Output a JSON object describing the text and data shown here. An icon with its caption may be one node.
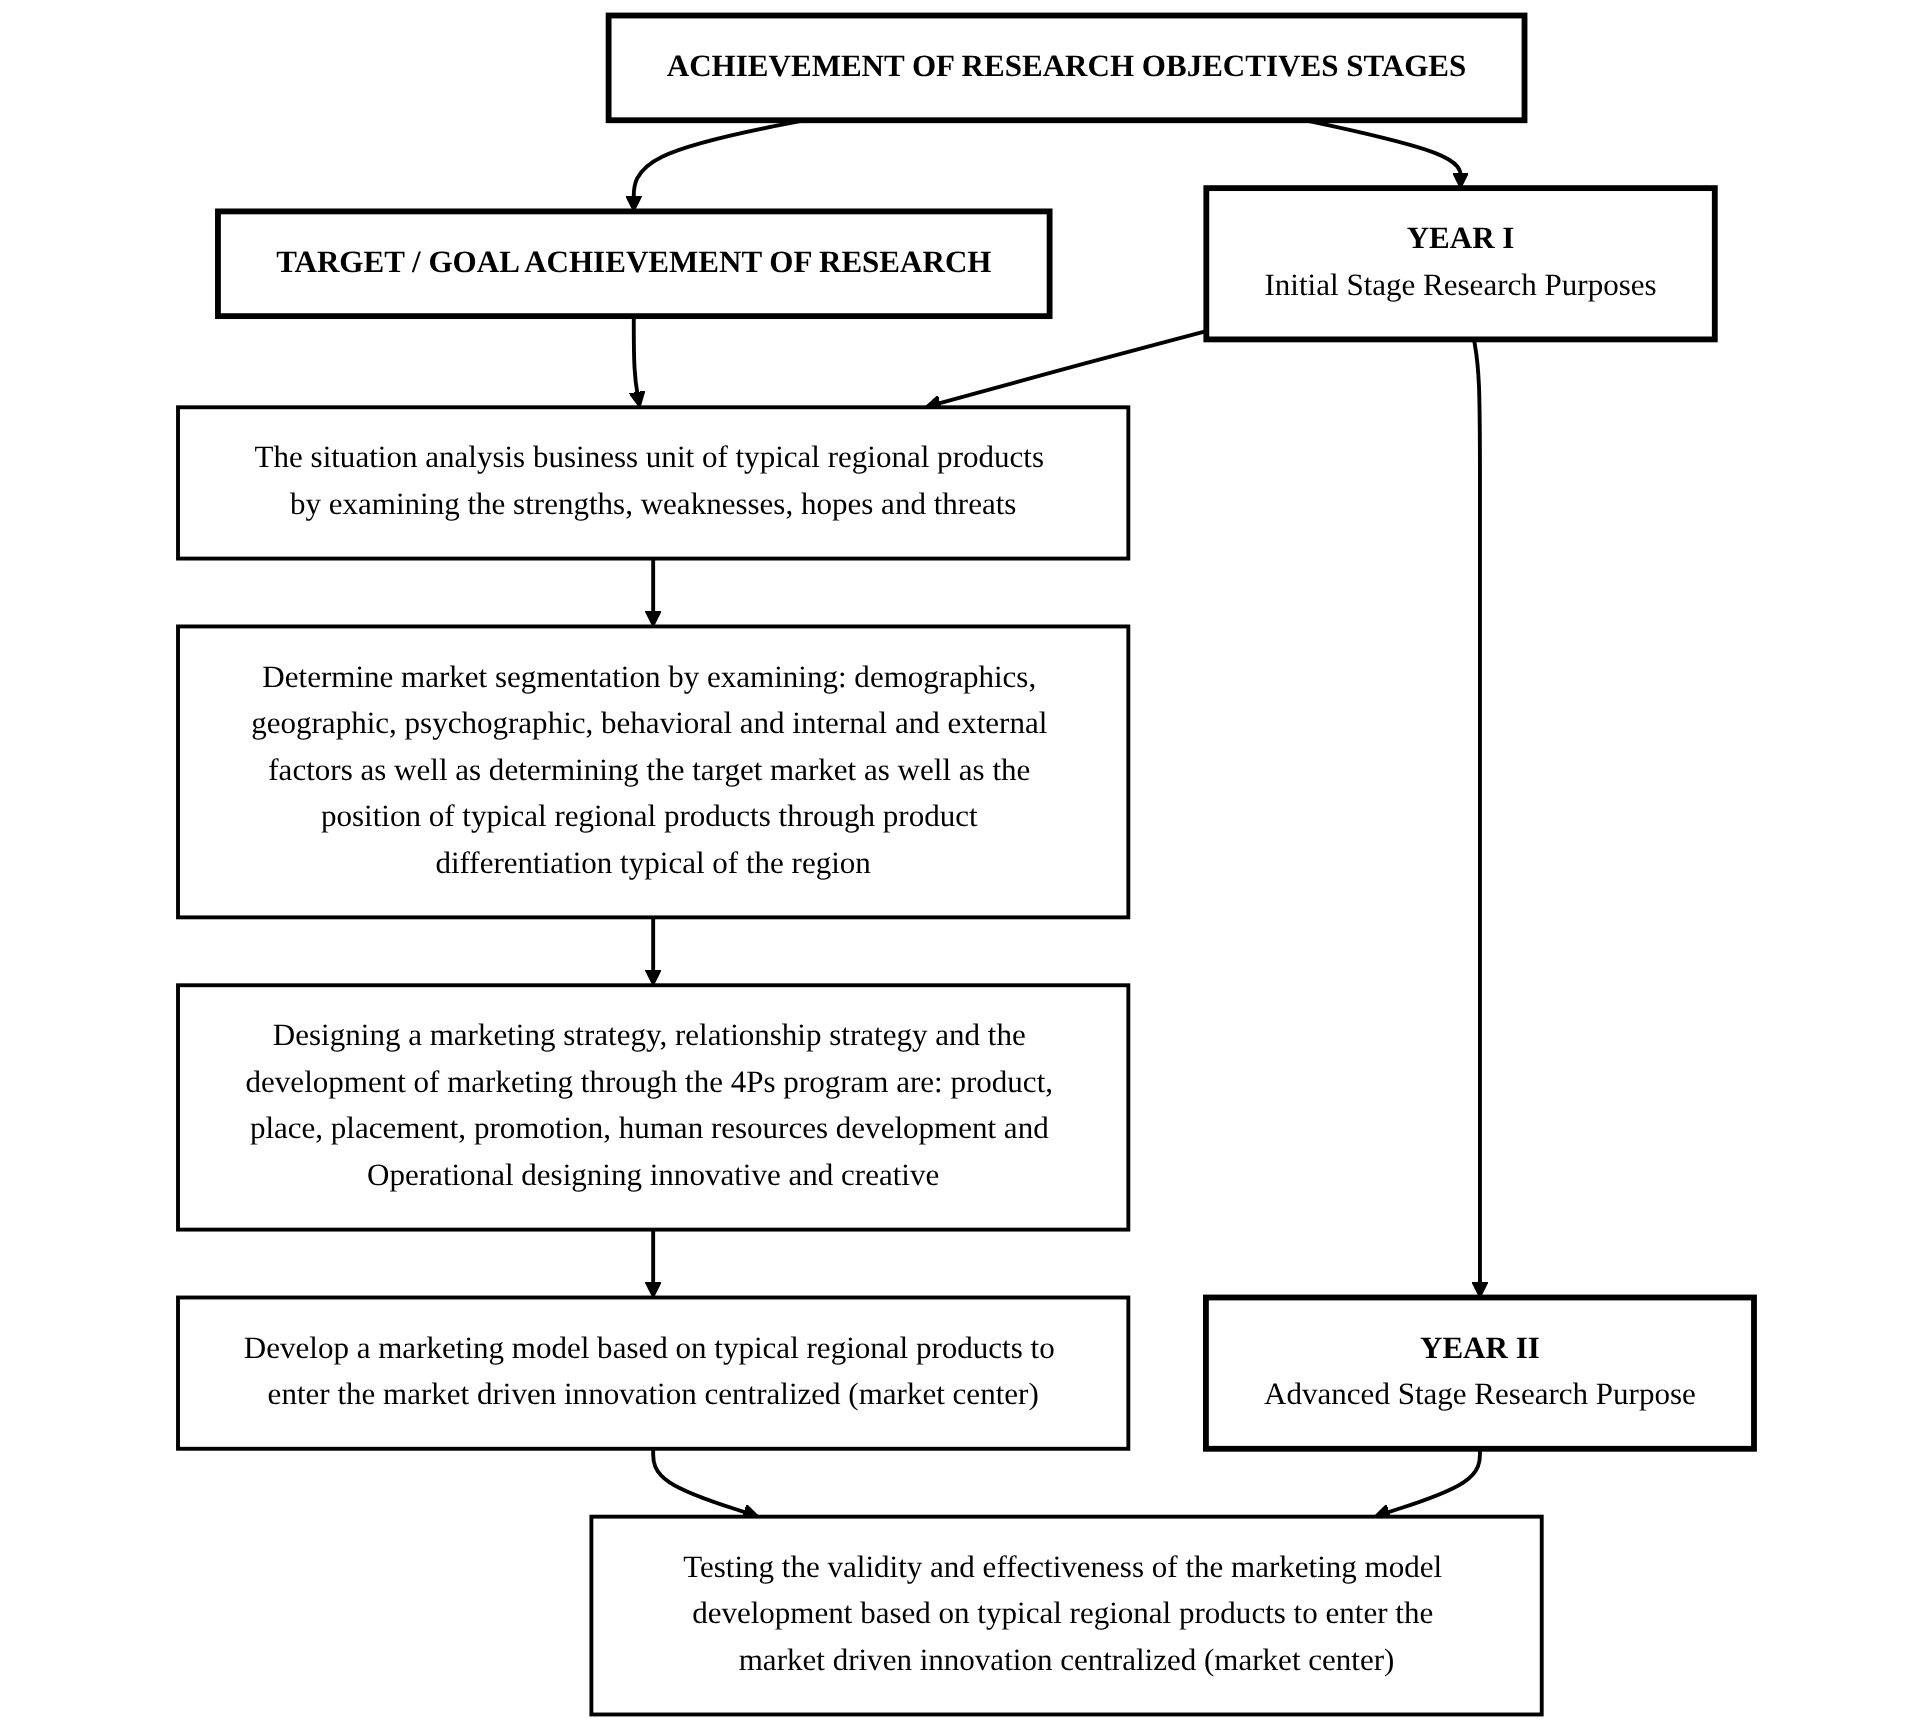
{
  "diagram": {
    "nodes": [
      {
        "text": [
          "ACHIEVEMENT OF RESEARCH OBJECTIVES STAGES"
        ]
      },
      {
        "text": [
          "TARGET / GOAL ACHIEVEMENT OF RESEARCH"
        ]
      },
      {
        "text": [
          "YEAR I",
          "Initial Stage Research Purposes"
        ]
      },
      {
        "text": [
          "The situation analysis business unit of typical regional products by examining the strengths, weaknesses, hopes and threats"
        ]
      },
      {
        "text": [
          "Determine market segmentation by examining: demographics, geographic, psychographic, behavioral and internal and external factors as well as determining the target market as well as the position of typical regional products through product differentiation typical of the region"
        ]
      },
      {
        "text": [
          "Designing a marketing strategy, relationship strategy and the development of marketing through the 4Ps program are: product, place, placement, promotion, human resources development and Operational designing innovative and creative"
        ]
      },
      {
        "text": [
          "Develop a marketing model based on typical regional products to enter the market driven innovation centralized (market center)"
        ]
      },
      {
        "text": [
          "YEAR II",
          "Advanced Stage Research Purpose"
        ]
      },
      {
        "text": [
          "Testing the validity and effectiveness of the marketing model development based on typical regional products to enter the market driven innovation centralized (market center)"
        ]
      }
    ],
    "edges": [
      {
        "from": 0,
        "to": 1,
        "arrow": "to"
      },
      {
        "from": 0,
        "to": 2,
        "arrow": "to"
      },
      {
        "from": 1,
        "to": 3,
        "arrow": "to"
      },
      {
        "from": 2,
        "to": 3,
        "arrow": "to"
      },
      {
        "from": 3,
        "to": 4,
        "arrow": "to"
      },
      {
        "from": 4,
        "to": 5,
        "arrow": "to"
      },
      {
        "from": 5,
        "to": 6,
        "arrow": "to"
      },
      {
        "from": 2,
        "to": 7,
        "arrow": "to"
      },
      {
        "from": 6,
        "to": 8,
        "arrow": "to"
      },
      {
        "from": 7,
        "to": 8,
        "arrow": "to"
      }
    ]
  }
}
